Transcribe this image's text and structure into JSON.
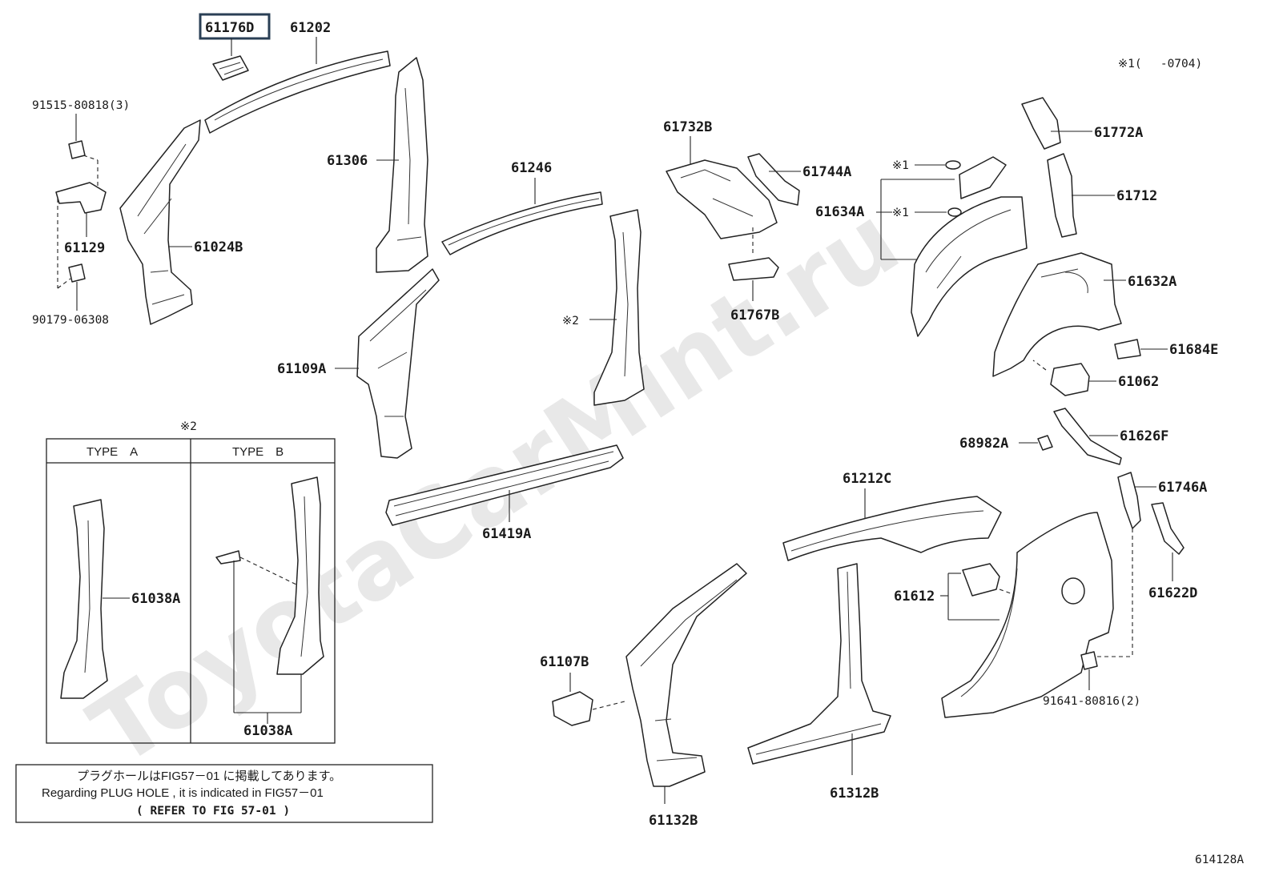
{
  "highlighted_part": "61176D",
  "parts": {
    "p61202": "61202",
    "p91515": "91515-80818(3)",
    "p61129": "61129",
    "p90179": "90179-06308",
    "p61024B": "61024B",
    "p61306": "61306",
    "p61246": "61246",
    "p61109A": "61109A",
    "p61419A": "61419A",
    "p61038A_a": "61038A",
    "p61038A_b": "61038A",
    "p61732B": "61732B",
    "p61744A": "61744A",
    "p61767B": "61767B",
    "p61634A": "61634A",
    "p61772A": "61772A",
    "p61712": "61712",
    "p61632A": "61632A",
    "p61684E": "61684E",
    "p61062": "61062",
    "p61626F": "61626F",
    "p68982A": "68982A",
    "p61746A": "61746A",
    "p61622D": "61622D",
    "p61212C": "61212C",
    "p61612": "61612",
    "p61107B": "61107B",
    "p61132B": "61132B",
    "p61312B": "61312B",
    "p91641": "91641-80816(2)"
  },
  "notes": {
    "note1": "※1(　 -0704)",
    "mark1a": "※1",
    "mark1b": "※1",
    "mark2_top": "※2",
    "mark2_mid": "※2"
  },
  "type_table": {
    "type_a": "TYPE　A",
    "type_b": "TYPE　B"
  },
  "info_box": {
    "line_jp": "プラグホールはFIG57－01 に掲載してあります。",
    "line_en": "Regarding  PLUG HOLE , it is indicated in  FIG57－01",
    "line_ref": "(  REFER TO FIG 57-01 )"
  },
  "figure_number": "614128A",
  "watermark": "ToyotaCarMint.ru"
}
